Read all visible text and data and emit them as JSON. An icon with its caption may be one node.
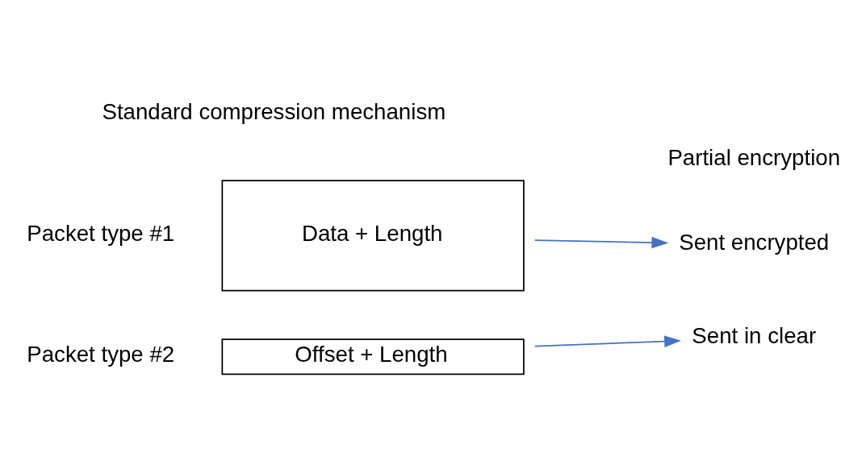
{
  "diagram": {
    "nodes": [
      {
        "text": [
          "Data + Length"
        ],
        "beside": [
          "Packet type #1"
        ]
      },
      {
        "text": [
          "Offset + Length"
        ],
        "beside": [
          "Packet type #2"
        ]
      },
      {
        "text": [
          "Sent encrypted"
        ]
      },
      {
        "text": [
          "Sent in clear"
        ]
      }
    ],
    "edges": [
      {
        "from": 0,
        "to": 2,
        "arrow": "to"
      },
      {
        "from": 1,
        "to": 3,
        "arrow": "to"
      }
    ],
    "labels": [
      "Partial encryption",
      "Standard compression mechanism"
    ]
  }
}
